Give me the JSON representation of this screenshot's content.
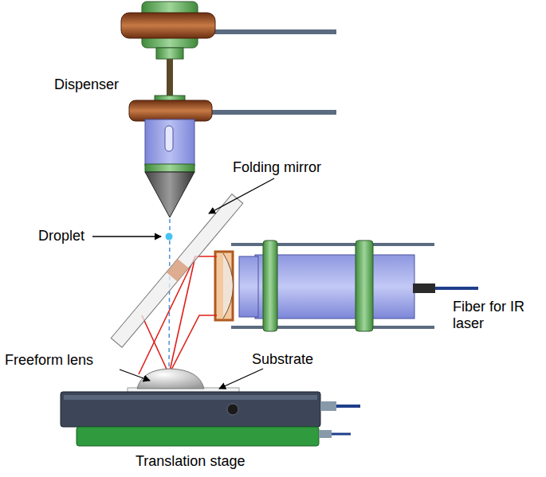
{
  "diagram": {
    "labels": [
      "Dispenser",
      "Folding mirror",
      "Droplet",
      "Fiber for IR laser",
      "Freeform lens",
      "Substrate",
      "Translation stage"
    ]
  }
}
